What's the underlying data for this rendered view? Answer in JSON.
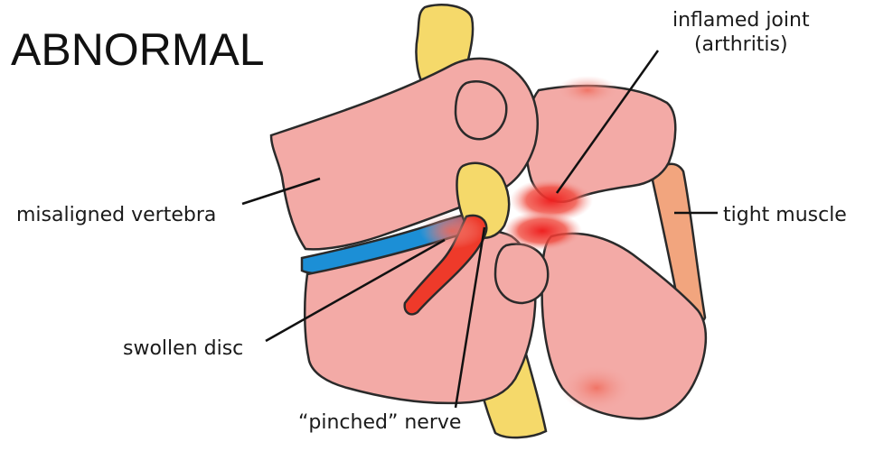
{
  "title": "ABNORMAL",
  "labels": {
    "inflamed_joint": [
      "inflamed joint",
      "(arthritis)"
    ],
    "misaligned_vertebra": "misaligned vertebra",
    "tight_muscle": "tight muscle",
    "swollen_disc": "swollen disc",
    "pinched_nerve": "“pinched” nerve"
  },
  "colors": {
    "bone": "#f3aaa6",
    "bone_shadow": "#e58f8c",
    "disc": "#1c8fd6",
    "nerve": "#f5d96a",
    "inflammation": "#ee2a2a",
    "muscle": "#f2a57e",
    "outline": "#2a2a2a"
  }
}
